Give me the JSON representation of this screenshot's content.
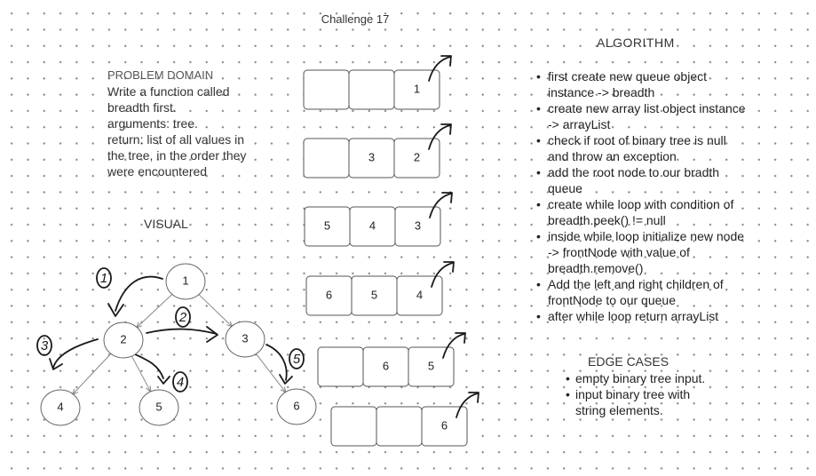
{
  "title": "Challenge 17",
  "problem_domain": {
    "heading": "PROBLEM DOMAIN",
    "lines": [
      "Write a function called",
      "breadth first.",
      "arguments: tree.",
      "return: list of all values in",
      "the tree, in the order they",
      "were encountered"
    ]
  },
  "visual_label": "VISUAL",
  "algorithm": {
    "title": "ALGORITHM",
    "steps": [
      "first create new queue object instance -> breadth",
      "create new array list object instance -> arrayList",
      "check if root of binary tree is null and throw an exception",
      "add the root node to our bradth queue",
      "create while loop with condition of breadth.peek() != null",
      "inside while loop initialize new node -> frontNode with value of breadth.remove()",
      "Add the left and right children of frontNode to our queue",
      "after while loop return arrayList"
    ]
  },
  "edge_cases": {
    "title": "EDGE CASES",
    "items": [
      "empty binary tree input.",
      "input binary tree with string elements."
    ]
  },
  "queue_states": [
    [
      "",
      "",
      "1"
    ],
    [
      "",
      "3",
      "2"
    ],
    [
      "5",
      "4",
      "3"
    ],
    [
      "6",
      "5",
      "4"
    ],
    [
      "",
      "6",
      "5"
    ],
    [
      "",
      "",
      "6"
    ]
  ],
  "tree": {
    "nodes": [
      "1",
      "2",
      "3",
      "4",
      "5",
      "6"
    ],
    "edges": [
      [
        "1",
        "2"
      ],
      [
        "1",
        "3"
      ],
      [
        "2",
        "4"
      ],
      [
        "2",
        "5"
      ],
      [
        "3",
        "6"
      ]
    ]
  },
  "traversal_order_marks": [
    "1",
    "2",
    "3",
    "4",
    "5"
  ]
}
